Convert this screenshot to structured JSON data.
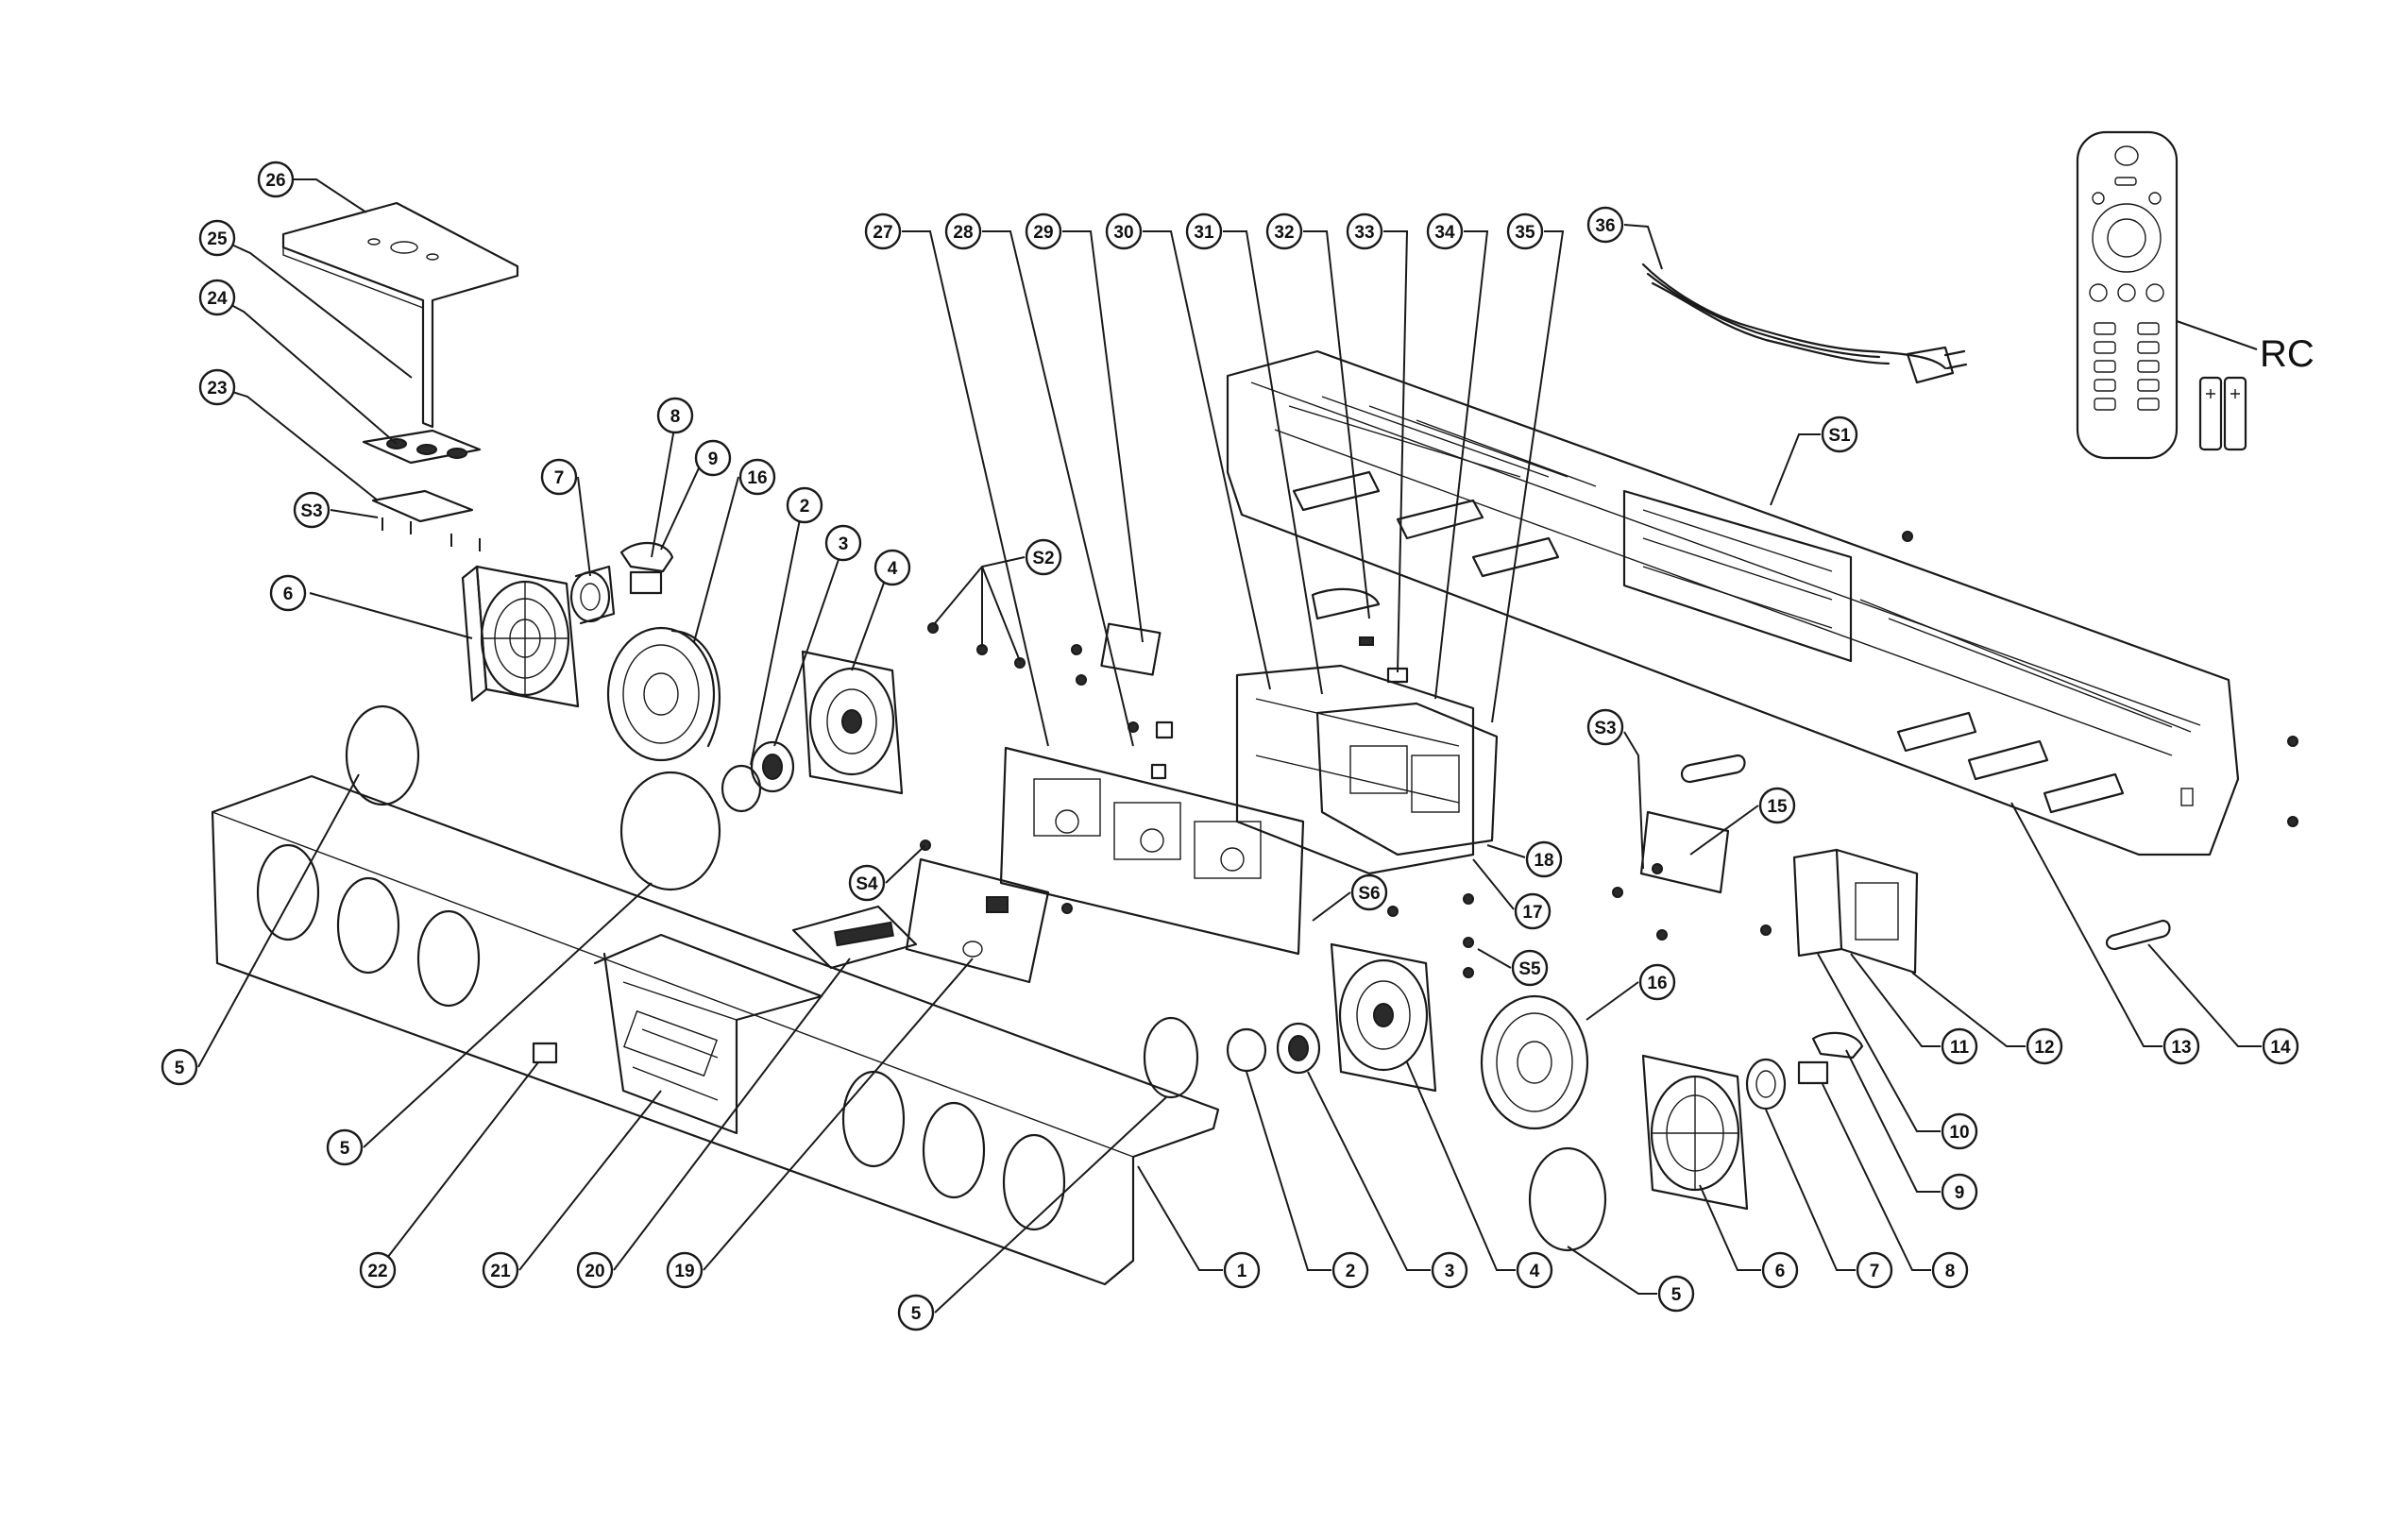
{
  "diagram": {
    "callouts": [
      {
        "label": "26"
      },
      {
        "label": "25"
      },
      {
        "label": "24"
      },
      {
        "label": "23"
      },
      {
        "label": "S3"
      },
      {
        "label": "8"
      },
      {
        "label": "9"
      },
      {
        "label": "7"
      },
      {
        "label": "16"
      },
      {
        "label": "2"
      },
      {
        "label": "3"
      },
      {
        "label": "4"
      },
      {
        "label": "6"
      },
      {
        "label": "S2"
      },
      {
        "label": "27"
      },
      {
        "label": "28"
      },
      {
        "label": "29"
      },
      {
        "label": "30"
      },
      {
        "label": "31"
      },
      {
        "label": "32"
      },
      {
        "label": "33"
      },
      {
        "label": "34"
      },
      {
        "label": "35"
      },
      {
        "label": "36"
      },
      {
        "label": "S1"
      },
      {
        "label": "S3"
      },
      {
        "label": "15"
      },
      {
        "label": "18"
      },
      {
        "label": "17"
      },
      {
        "label": "S6"
      },
      {
        "label": "S4"
      },
      {
        "label": "S5"
      },
      {
        "label": "16"
      },
      {
        "label": "5"
      },
      {
        "label": "5"
      },
      {
        "label": "22"
      },
      {
        "label": "21"
      },
      {
        "label": "20"
      },
      {
        "label": "19"
      },
      {
        "label": "5"
      },
      {
        "label": "1"
      },
      {
        "label": "2"
      },
      {
        "label": "3"
      },
      {
        "label": "4"
      },
      {
        "label": "5"
      },
      {
        "label": "6"
      },
      {
        "label": "7"
      },
      {
        "label": "8"
      },
      {
        "label": "9"
      },
      {
        "label": "10"
      },
      {
        "label": "11"
      },
      {
        "label": "12"
      },
      {
        "label": "13"
      },
      {
        "label": "14"
      }
    ],
    "rc_label": "RC"
  }
}
